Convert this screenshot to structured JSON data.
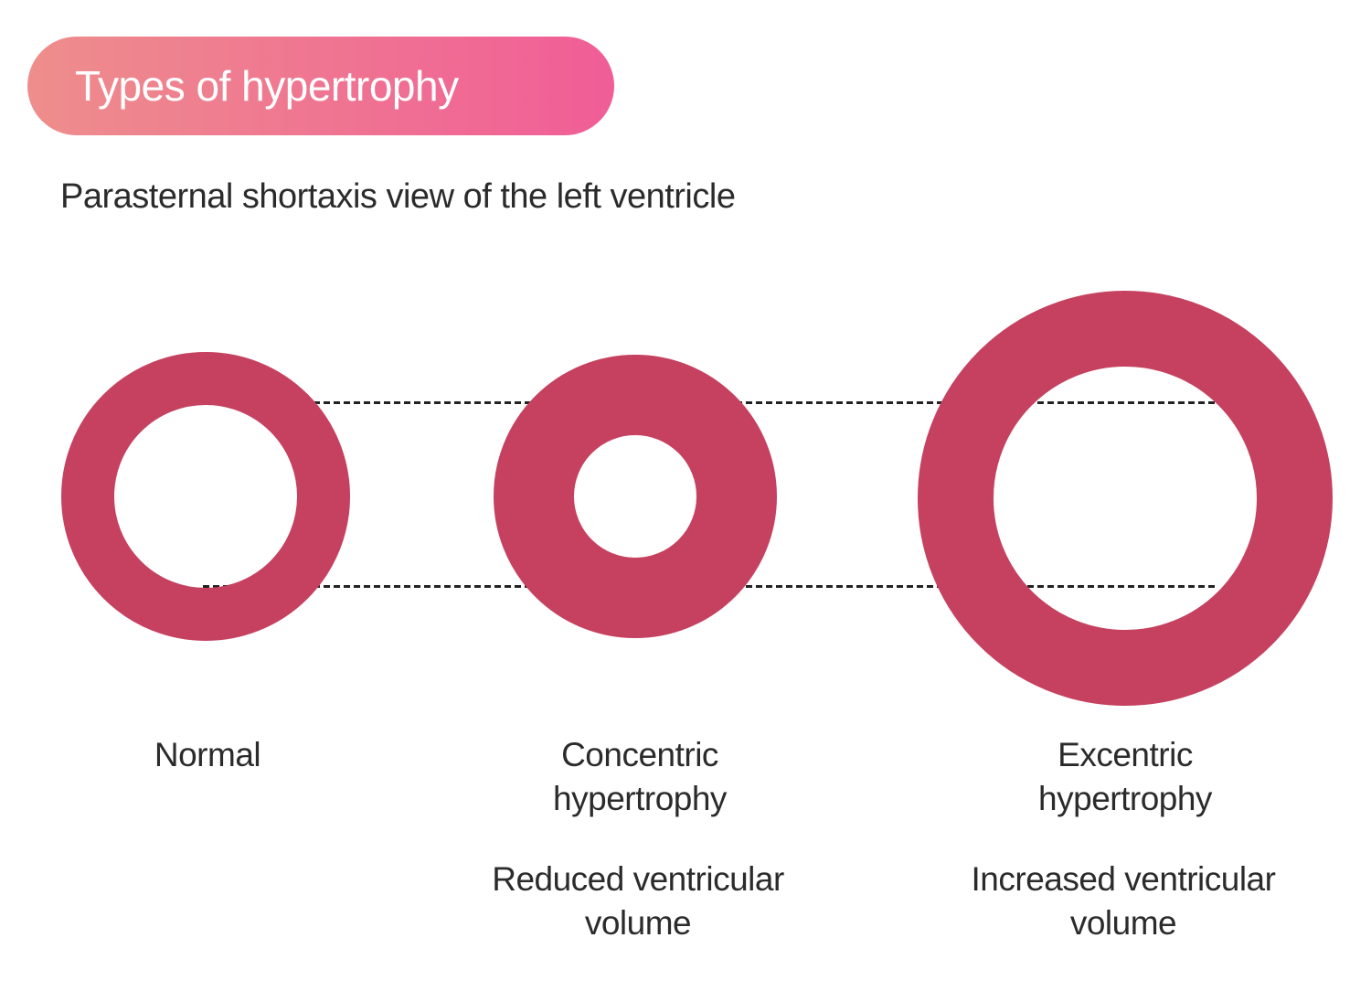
{
  "colors": {
    "background": "#ffffff",
    "pill_gradient_start": "#ee8e8c",
    "pill_gradient_end": "#f05d97",
    "title_text": "#ffffff",
    "text": "#2b2b2b",
    "ring": "#c5415f",
    "line": "#222222"
  },
  "header": {
    "title": "Types of hypertrophy"
  },
  "subtitle": "Parasternal shortaxis view of the left ventricle",
  "diagram": {
    "items": [
      {
        "id": "normal",
        "label": "Normal",
        "volume_note": ""
      },
      {
        "id": "concentric",
        "label": "Concentric hypertrophy",
        "volume_note": "Reduced ventricular volume"
      },
      {
        "id": "excentric",
        "label": "Excentric hypertrophy",
        "volume_note": "Increased ventricular volume"
      }
    ]
  }
}
